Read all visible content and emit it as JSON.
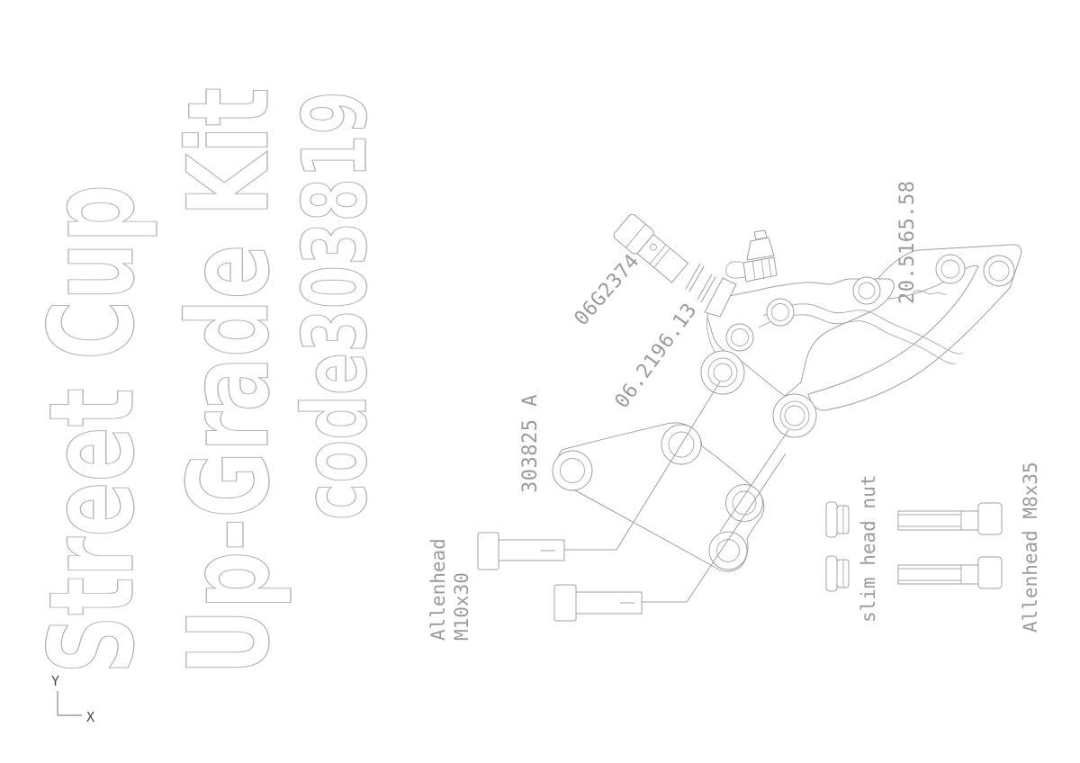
{
  "titles": {
    "line1": "Street Cup",
    "line2": "Up-Grade Kit",
    "line3": "code303819"
  },
  "part_labels": {
    "banjo_bolt": "06G2374",
    "washer_pins": "06.2196.13",
    "caliper": "20.5165.58",
    "adapter_plate": "303825 A",
    "m10_bolt_line1": "Allenhead",
    "m10_bolt_line2": "M10x30",
    "slim_nut": "slim head nut",
    "m8_bolt": "Allenhead M8x35"
  },
  "axis": {
    "x": "X",
    "y": "Y"
  },
  "colors": {
    "background": "#ffffff",
    "drawing_line": "#a0a0a0",
    "label_text": "#9b9b9b",
    "title_outline": "#b6b6b6",
    "axis_text": "#4a4a4a"
  },
  "icons": {
    "axis_indicator": "xy-axis-icon"
  }
}
